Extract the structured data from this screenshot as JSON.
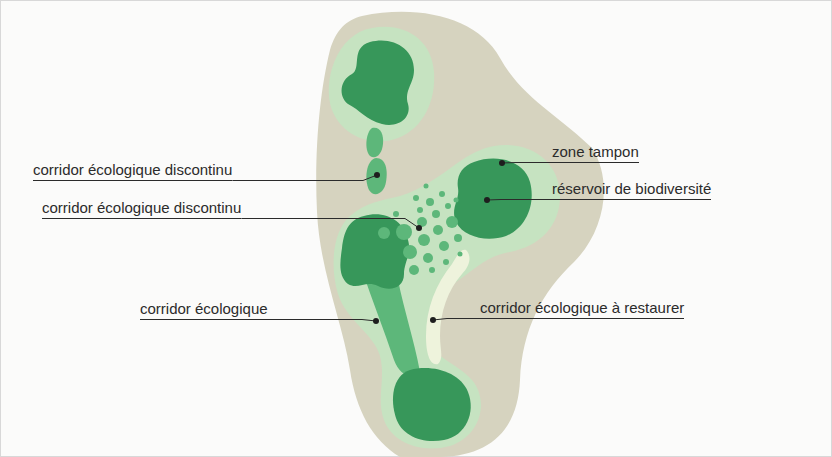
{
  "diagram": {
    "labels": [
      "zone tampon",
      "corridor écologique discontinu",
      "réservoir de biodiversité",
      "corridor écologique discontinu",
      "corridor écologique à restaurer",
      "corridor écologique"
    ]
  }
}
